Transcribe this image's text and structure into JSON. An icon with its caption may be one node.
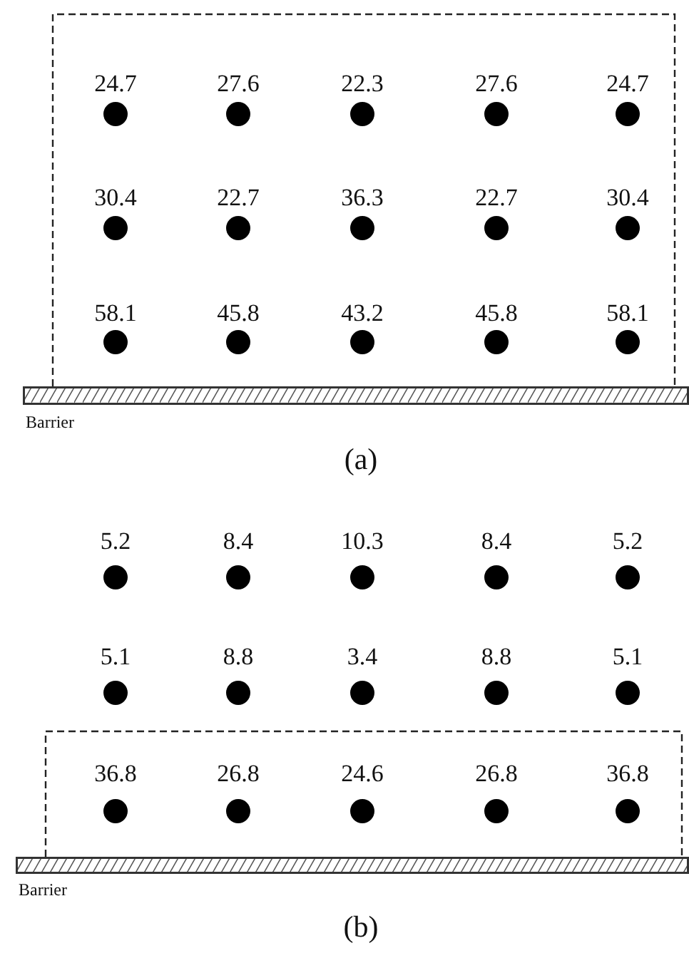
{
  "diagram": {
    "nodes": [
      {
        "text": [],
        "shape": "box"
      },
      {
        "text": [
          "Barrier"
        ]
      },
      {
        "text": [],
        "shape": "box"
      },
      {
        "text": [
          "Barrier"
        ]
      }
    ],
    "labels": [
      "24.7",
      "27.6",
      "22.3",
      "27.6",
      "24.7",
      "30.4",
      "22.7",
      "36.3",
      "22.7",
      "30.4",
      "58.1",
      "45.8",
      "43.2",
      "45.8",
      "58.1",
      "(a)",
      "5.2",
      "8.4",
      "10.3",
      "8.4",
      "5.2",
      "5.1",
      "8.8",
      "3.4",
      "8.8",
      "5.1",
      "36.8",
      "26.8",
      "24.6",
      "26.8",
      "36.8",
      "(b)"
    ]
  }
}
